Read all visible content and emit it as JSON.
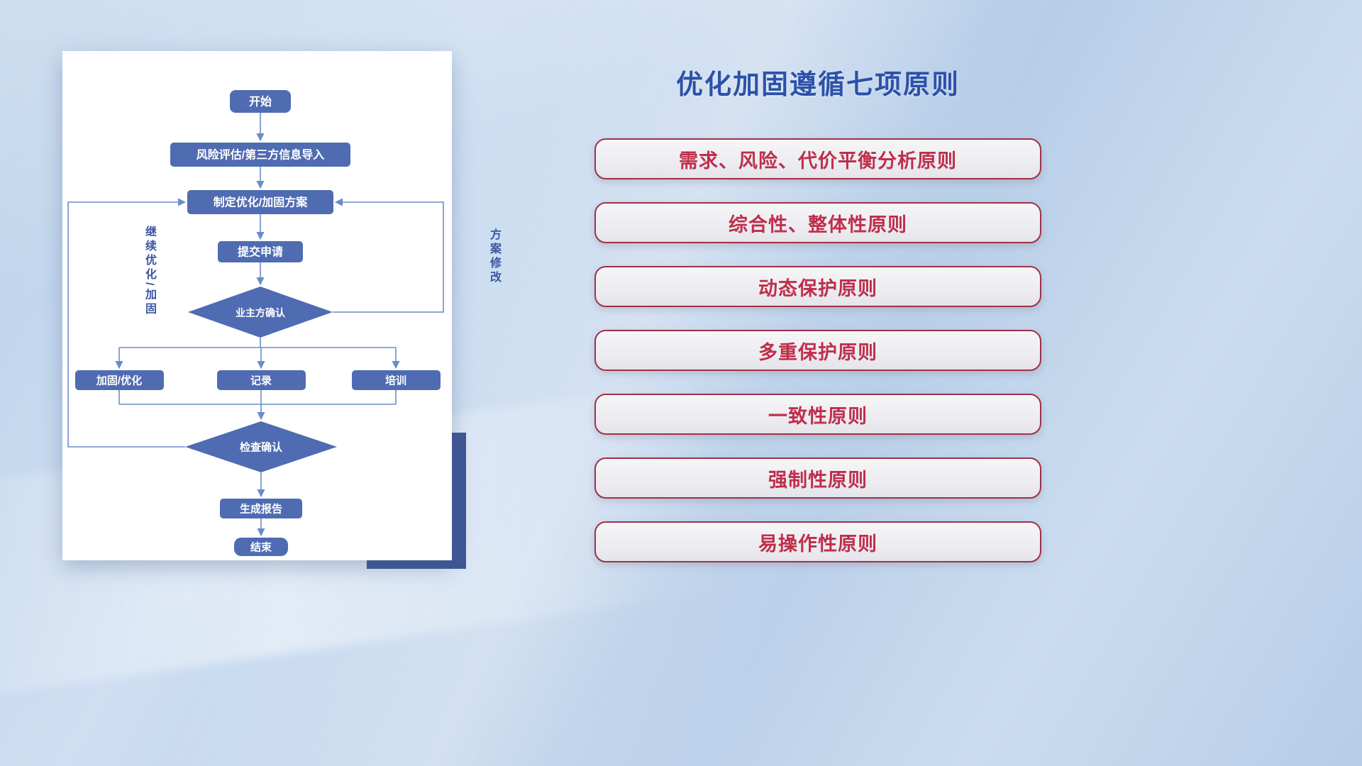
{
  "flowchart": {
    "nodes": {
      "start": "开始",
      "risk_import": "风险评估/第三方信息导入",
      "make_plan": "制定优化/加固方案",
      "submit": "提交申请",
      "owner_confirm": "业主方确认",
      "reinforce": "加固/优化",
      "record": "记录",
      "training": "培训",
      "check_confirm": "检查确认",
      "report": "生成报告",
      "end": "结束"
    },
    "labels": {
      "left_loop": "继续优化/加固",
      "right_loop": "方案修改"
    },
    "colors": {
      "node_fill": "#4f6cb2",
      "line": "#6b8cc9",
      "label_text": "#3a57a0"
    }
  },
  "principles": {
    "title": "优化加固遵循七项原则",
    "items": [
      "需求、风险、代价平衡分析原则",
      "综合性、整体性原则",
      "动态保护原则",
      "多重保护原则",
      "一致性原则",
      "强制性原则",
      "易操作性原则"
    ],
    "colors": {
      "title_text": "#2c51a8",
      "item_text": "#bf2f4b",
      "item_border": "#9e3148"
    }
  }
}
